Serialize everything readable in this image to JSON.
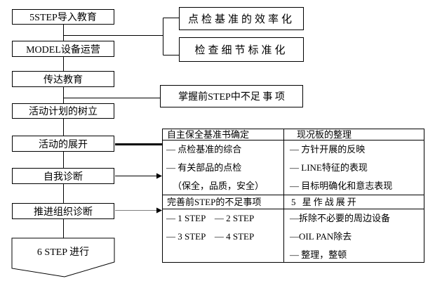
{
  "flow": {
    "steps": [
      {
        "label": "5STEP导入教育"
      },
      {
        "label": "MODEL设备运营"
      },
      {
        "label": "传达教育"
      },
      {
        "label": "活动计划的树立"
      },
      {
        "label": "活动的展开"
      },
      {
        "label": "自我诊断"
      },
      {
        "label": "推进组织诊断"
      }
    ],
    "final": {
      "label": "6 STEP 进行"
    }
  },
  "callouts": {
    "top_boxes": [
      {
        "label": "点检基准的效率化"
      },
      {
        "label": "检查细节标准化"
      }
    ],
    "mid_box": {
      "label": "掌握前STEP中不足 事 项"
    }
  },
  "table": {
    "sections": [
      {
        "left": {
          "header": "自主保全基准书确定",
          "items": [
            "— 点检基准的综合",
            "— 有关部品的点检",
            "（保全，品质，安全）"
          ]
        },
        "right": {
          "header": "现况板的整理",
          "items": [
            "— 方针开展的反映",
            "— LINE特征的表现",
            "— 目标明确化和意志表现"
          ]
        }
      },
      {
        "left": {
          "header": "完善前STEP的不足事项",
          "items": [
            "— 1 STEP　— 2 STEP",
            "— 3 STEP　— 4 STEP"
          ]
        },
        "right": {
          "header": "5 星作战展开",
          "items": [
            "—拆除不必要的周边设备",
            "—OIL PAN除去",
            "— 整理，整顿"
          ]
        }
      }
    ]
  },
  "colors": {
    "line": "#000000",
    "text": "#000000",
    "background": "#ffffff",
    "secondary_arrow": "#808080"
  }
}
